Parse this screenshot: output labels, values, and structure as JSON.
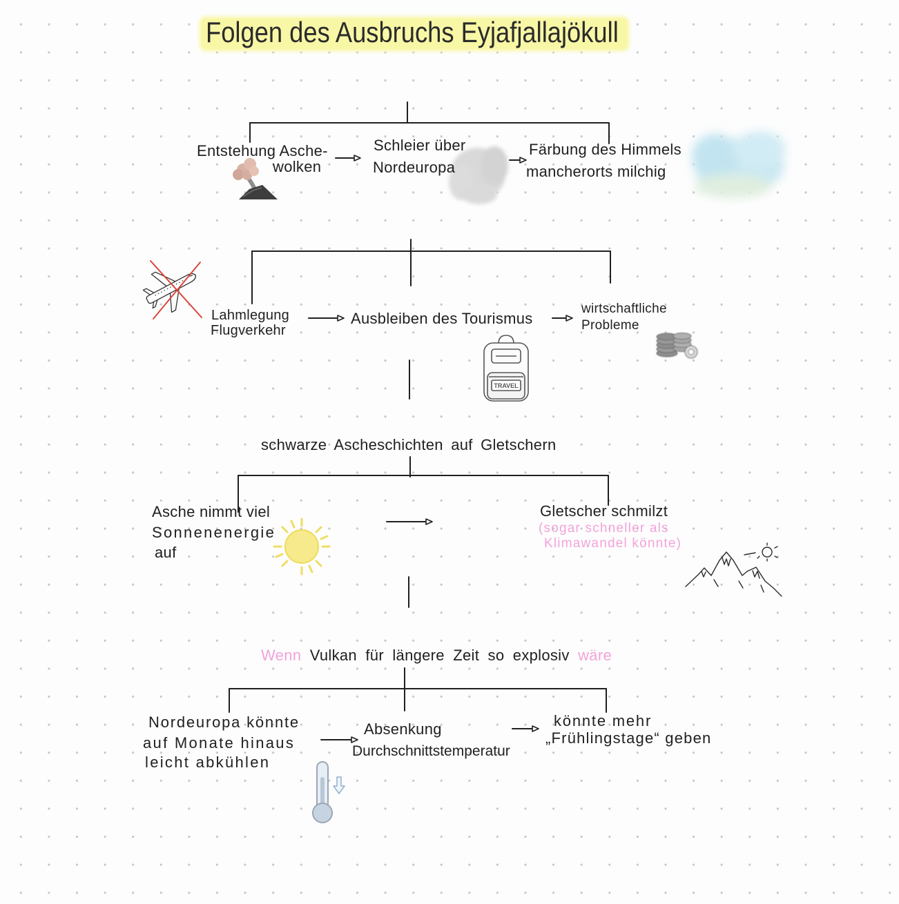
{
  "title": "Folgen des Ausbruchs Eyjafjallajökull",
  "colors": {
    "ink": "#1f1f1f",
    "accent_pink": "#f2a3da",
    "title_highlight": "#f8f7a6",
    "sun_yellow": "#f6ea8c",
    "cross_red": "#d9463b",
    "milky_sky_blue": "#cbe8f2"
  },
  "section1": {
    "nodes": [
      {
        "lines": [
          "Entstehung Asche-",
          "wolken"
        ],
        "icon": "volcano-icon"
      },
      {
        "lines": [
          "Schleier über",
          "Nordeuropa"
        ],
        "icon": "gray-cloud-icon"
      },
      {
        "lines": [
          "Färbung des Himmels",
          "mancherorts milchig"
        ],
        "icon": "milky-sky-cloud-icon"
      }
    ]
  },
  "section2": {
    "nodes": [
      {
        "lines": [
          "Lahmlegung",
          "Flugverkehr"
        ],
        "icon": "crossed-airplane-icon"
      },
      {
        "lines": [
          "Ausbleiben des Tourismus"
        ],
        "icon": "travel-backpack-icon",
        "icon_label": "TRAVEL"
      },
      {
        "lines": [
          "wirtschaftliche",
          "Probleme"
        ],
        "icon": "coins-icon"
      }
    ]
  },
  "section3": {
    "heading": "schwarze Ascheschichten auf Gletschern",
    "nodes": [
      {
        "lines": [
          "Asche nimmt viel",
          "Sonnenenergie",
          "auf"
        ],
        "icon": "sun-icon"
      },
      {
        "lines": [
          "Gletscher schmilzt"
        ],
        "note_lines": [
          "(sogar schneller als",
          "Klimawandel könnte)"
        ],
        "icon": "mountains-sun-icon"
      }
    ]
  },
  "section4": {
    "heading": {
      "prefix": "Wenn",
      "main": "Vulkan für längere Zeit so explosiv",
      "suffix": "wäre"
    },
    "nodes": [
      {
        "lines": [
          "Nordeuropa könnte",
          "auf Monate hinaus",
          "leicht abkühlen"
        ]
      },
      {
        "lines": [
          "Absenkung",
          "Durchschnittstemperatur"
        ],
        "icon": "thermometer-down-icon"
      },
      {
        "lines": [
          "könnte mehr",
          "„Frühlingstage“ geben"
        ]
      }
    ]
  }
}
